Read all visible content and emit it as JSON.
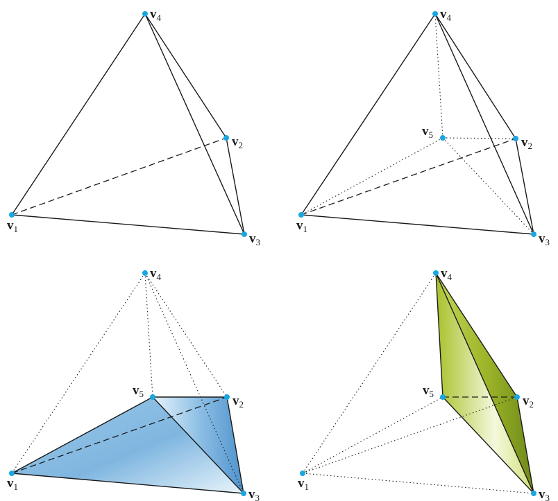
{
  "colors": {
    "vertex": "#1aa6df",
    "edge": "#1a1a1a",
    "blue_light": "#e8f4fb",
    "blue_mid": "#9ec9e8",
    "blue_dark": "#5e9fd3",
    "green_light": "#f4f8dc",
    "green_mid": "#b8cc3c",
    "green_dark": "#7f9a18"
  },
  "label_letter": "v",
  "panels": [
    {
      "id": "panel-1",
      "vertices": [
        {
          "id": "v1",
          "sub": "1"
        },
        {
          "id": "v2",
          "sub": "2"
        },
        {
          "id": "v3",
          "sub": "3"
        },
        {
          "id": "v4",
          "sub": "4"
        }
      ]
    },
    {
      "id": "panel-2",
      "vertices": [
        {
          "id": "v1",
          "sub": "1"
        },
        {
          "id": "v2",
          "sub": "2"
        },
        {
          "id": "v3",
          "sub": "3"
        },
        {
          "id": "v4",
          "sub": "4"
        },
        {
          "id": "v5",
          "sub": "5"
        }
      ]
    },
    {
      "id": "panel-3",
      "vertices": [
        {
          "id": "v1",
          "sub": "1"
        },
        {
          "id": "v2",
          "sub": "2"
        },
        {
          "id": "v3",
          "sub": "3"
        },
        {
          "id": "v4",
          "sub": "4"
        },
        {
          "id": "v5",
          "sub": "5"
        }
      ]
    },
    {
      "id": "panel-4",
      "vertices": [
        {
          "id": "v1",
          "sub": "1"
        },
        {
          "id": "v2",
          "sub": "2"
        },
        {
          "id": "v3",
          "sub": "3"
        },
        {
          "id": "v4",
          "sub": "4"
        },
        {
          "id": "v5",
          "sub": "5"
        }
      ]
    }
  ]
}
